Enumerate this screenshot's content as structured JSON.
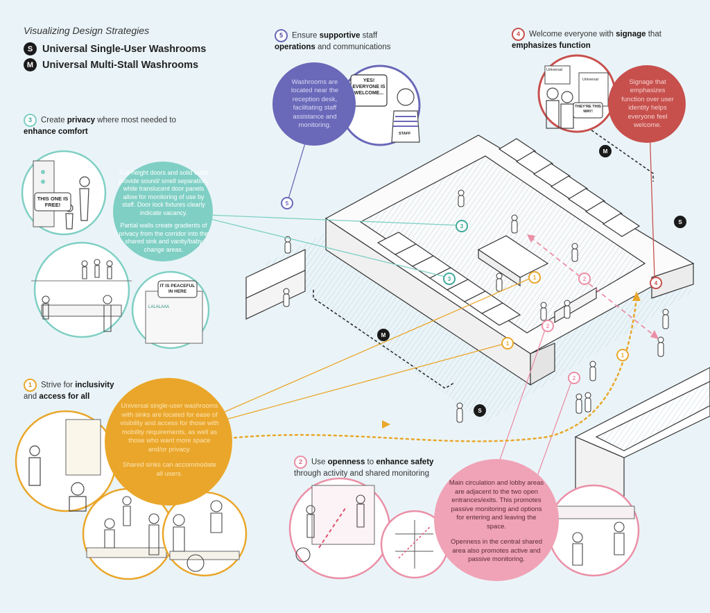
{
  "legend": {
    "title": "Visualizing Design Strategies",
    "single_badge": "S",
    "single_label": "Universal Single-User Washrooms",
    "multi_badge": "M",
    "multi_label": "Universal Multi-Stall Washrooms"
  },
  "strategies": {
    "privacy": {
      "number": "3",
      "pre": "Create ",
      "bold1": "privacy",
      "mid": " where most needed to",
      "bold2": "enhance comfort",
      "bubble_p1": "Full-height doors and solid walls provide sound/ smell separation, while translucent door panels allow for monitoring of use by staff. Door lock fixtures clearly indicate vacancy.",
      "bubble_p2": "Partial walls create gradients of privacy from the corridor into the shared sink and vanity/baby change areas.",
      "sketch1_text": "THIS ONE IS FREE!",
      "sketch3_text": "IT IS PEACEFUL IN HERE",
      "sketch3_filler": "LALALAAA"
    },
    "staff": {
      "number": "5",
      "pre": "Ensure ",
      "bold1": "supportive",
      "mid": " staff",
      "bold2": "operations",
      "post": " and communications",
      "bubble": "Washrooms are located near the reception desk, facilitating staff assistance and monitoring.",
      "speech": "YES! EVERYONE IS WELCOME...",
      "shirt": "STAFF"
    },
    "signage": {
      "number": "4",
      "pre": "Welcome everyone with ",
      "bold1": "signage",
      "mid": " that",
      "bold2": "emphasizes function",
      "bubble": "Signage that emphasizes function over user identity helps everyone feel welcome.",
      "sign1": "Universal",
      "sign2": "Universal",
      "speech": "THEY'RE THIS WAY!"
    },
    "inclusivity": {
      "number": "1",
      "pre": "Strive for ",
      "bold1": "inclusivity",
      "mid": "and ",
      "bold2": "access for all",
      "bubble_p1": "Universal single-user washrooms with sinks are located for ease of visibility and access for those with mobility requirements, as well as those who want more space and/or privacy.",
      "bubble_p2": "Shared sinks can accommodate all users."
    },
    "openness": {
      "number": "2",
      "pre": "Use ",
      "bold1": "openness",
      "mid": " to ",
      "bold2": "enhance safety",
      "post": "through activity and shared monitoring",
      "bubble_p1": "Main circulation and lobby areas are adjacent to the two open entrances/exits. This promotes passive monitoring and options for entering and leaving the space.",
      "bubble_p2": "Openness in the central shared area also promotes active and passive monitoring."
    }
  },
  "plan_markers": {
    "m1": "M",
    "m2": "M",
    "s1": "S",
    "s2": "S",
    "n1a": "1",
    "n1b": "1",
    "n1c": "1",
    "n2a": "2",
    "n2b": "2",
    "n2c": "2",
    "n3a": "3",
    "n3b": "3",
    "n4": "4",
    "n5": "5"
  },
  "colors": {
    "background": "#eaf4f8",
    "teal": "#7fcfc4",
    "teal_dark": "#3fa79a",
    "purple": "#6a68b8",
    "purple_dark": "#4d4a9c",
    "red": "#c7504d",
    "orange": "#eaa62a",
    "pink": "#eb8fa6",
    "pink_fill": "#f0a3b6"
  }
}
